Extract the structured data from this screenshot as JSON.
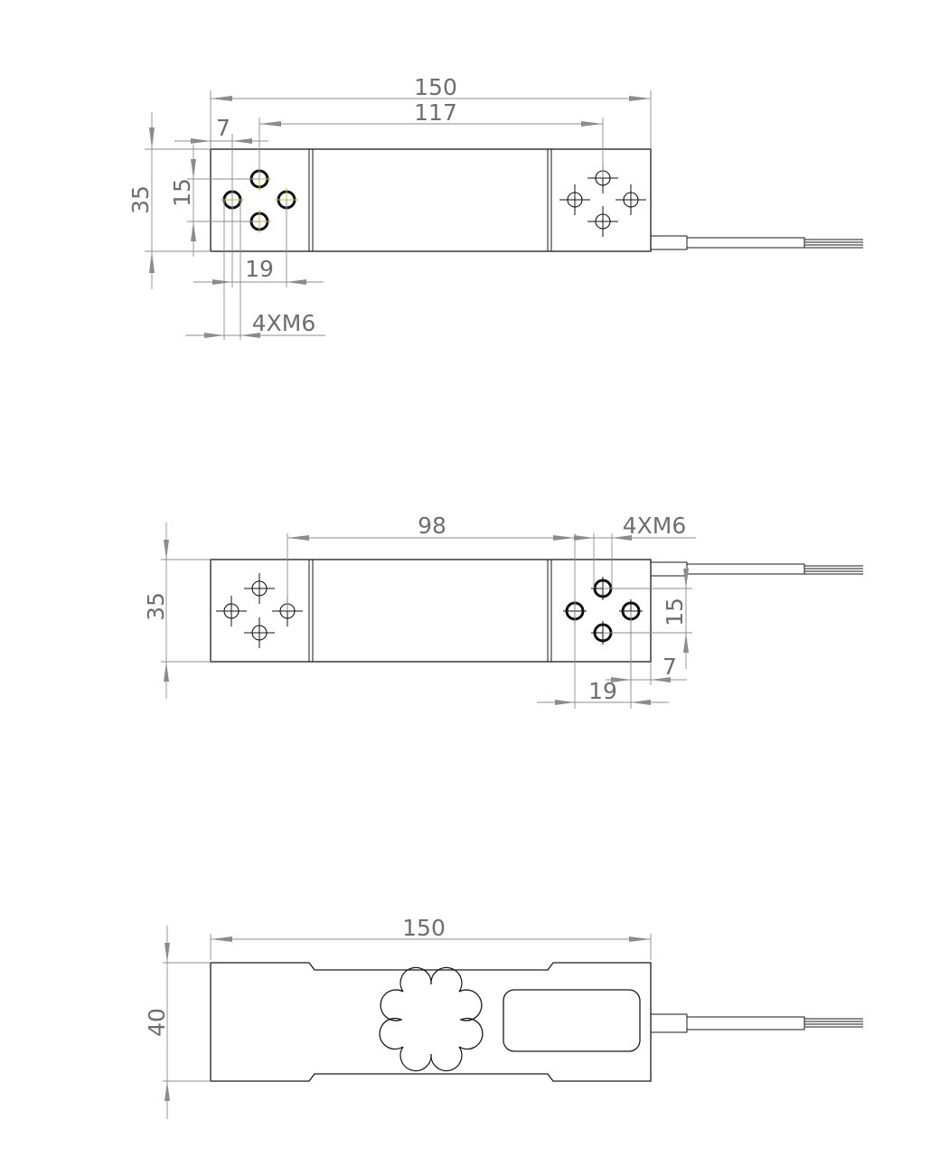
{
  "colors": {
    "line": "#1a1a1a",
    "dimension": "#8c8c8c",
    "text": "#6e6e6e"
  },
  "views": {
    "top": {
      "overall_length": "150",
      "hole_pitch": "117",
      "edge_offset": "7",
      "height": "35",
      "hole_spacing_v": "15",
      "hole_spacing_h": "19",
      "thread": "4XM6"
    },
    "bottom": {
      "height": "35",
      "hole_pitch": "98",
      "thread": "4XM6",
      "hole_spacing_v": "15",
      "edge_offset": "7",
      "hole_spacing_h": "19"
    },
    "side": {
      "overall_length": "150",
      "height": "40"
    }
  }
}
